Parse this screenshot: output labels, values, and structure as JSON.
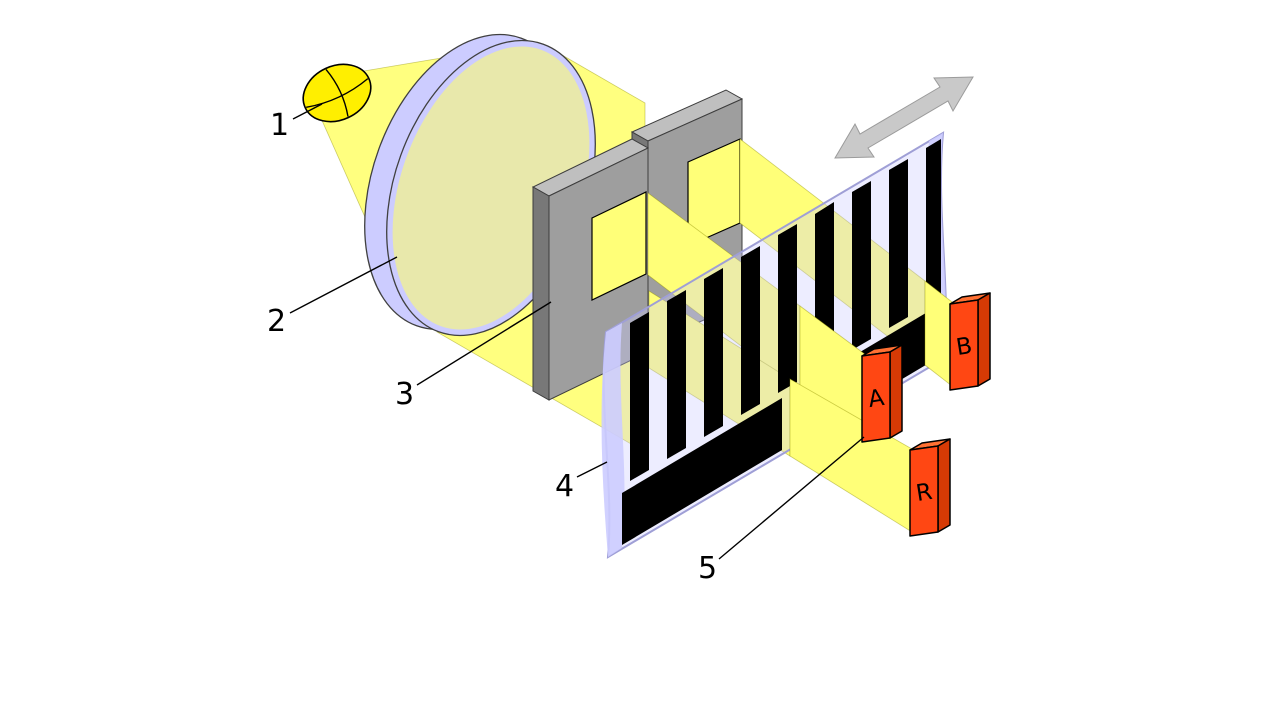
{
  "diagram": {
    "callouts": {
      "light_source": "1",
      "lens": "2",
      "reticle": "3",
      "scale": "4",
      "detectors": "5"
    },
    "detectors": {
      "a": "A",
      "b": "B",
      "r": "R"
    },
    "colors": {
      "beam": "#ffff78",
      "lamp": "#ffef00",
      "lens": "#ccccff",
      "lens_tint": "#ffff66",
      "mask_front": "#9e9e9e",
      "mask_top": "#bfbfbf",
      "mask_side": "#787878",
      "film": "#ccccff",
      "film_edge": "#9f9fd6",
      "stripe": "#000000",
      "sensor": "#ff4713",
      "sensor_top": "#ff7033",
      "sensor_side": "#d63a05",
      "arrow": "#c9c9c9",
      "ink": "#000000"
    }
  }
}
